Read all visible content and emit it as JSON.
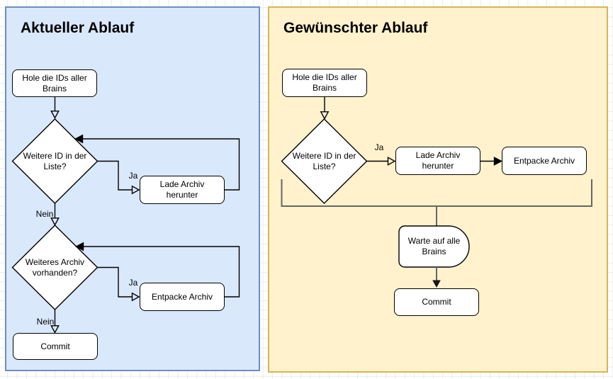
{
  "diagram": {
    "panels": [
      {
        "title": "Aktueller Ablauf",
        "fill": "#dae8fc",
        "border_color": "#6c8ebf",
        "nodes": {
          "get_ids": "Hole die IDs aller Brains",
          "more_ids": "Weitere ID in der Liste?",
          "download": "Lade Archiv herunter",
          "more_archives": "Weiteres Archiv vorhanden?",
          "unpack": "Entpacke Archiv",
          "commit": "Commit"
        },
        "edge_labels": {
          "ja_download": "Ja",
          "nein_more_ids": "Nein",
          "ja_unpack": "Ja",
          "nein_more_archives": "Nein"
        }
      },
      {
        "title": "Gewünschter Ablauf",
        "fill": "#fff2cc",
        "border_color": "#d6b656",
        "nodes": {
          "get_ids": "Hole die IDs aller Brains",
          "more_ids": "Weitere ID in der Liste?",
          "download": "Lade Archiv herunter",
          "unpack": "Entpacke Archiv",
          "wait": "Warte auf alle Brains",
          "commit": "Commit"
        },
        "edge_labels": {
          "ja_download": "Ja"
        }
      }
    ],
    "shape_colors": {
      "node_fill": "#ffffff",
      "node_stroke": "#000000",
      "connector": "#000000",
      "merge_bracket": "#666666"
    }
  }
}
